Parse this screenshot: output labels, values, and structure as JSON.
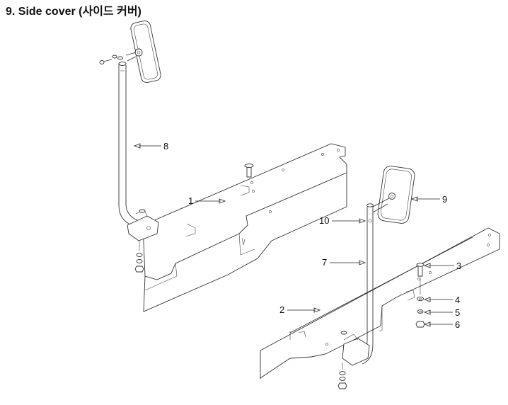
{
  "title": "9. Side cover (사이드 커버)",
  "callouts": {
    "c1": "1",
    "c2": "2",
    "c3": "3",
    "c4": "4",
    "c5": "5",
    "c6": "6",
    "c7": "7",
    "c8": "8",
    "c9": "9",
    "c10": "10"
  },
  "icons": {
    "mirror": "mirror-icon",
    "bolt": "bolt-icon",
    "washer": "washer-icon",
    "nut": "nut-icon"
  }
}
